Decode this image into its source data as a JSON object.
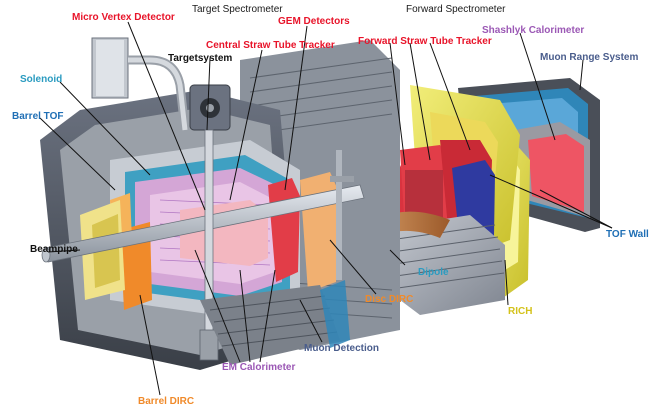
{
  "headers": {
    "target_spectrometer": "Target Spectrometer",
    "forward_spectrometer": "Forward Spectrometer"
  },
  "labels": {
    "micro_vertex_detector": "Micro Vertex Detector",
    "gem_detectors": "GEM Detectors",
    "central_straw_tube_tracker": "Central Straw Tube Tracker",
    "targetsystem": "Targetsystem",
    "solenoid": "Solenoid",
    "barrel_tof": "Barrel TOF",
    "beampipe": "Beampipe",
    "forward_straw_tube_tracker": "Forward Straw Tube Tracker",
    "shashlyk_calorimeter": "Shashlyk Calorimeter",
    "muon_range_system": "Muon Range System",
    "tof_wall": "TOF Wall",
    "dipole": "Dipole",
    "disc_dirc": "Disc DIRC",
    "rich": "RICH",
    "muon_detection": "Muon Detection",
    "em_calorimeter": "EM Calorimeter",
    "barrel_dirc": "Barrel DIRC"
  },
  "colors": {
    "red_label": "#e8142a",
    "blue_label": "#1f6fb5",
    "cyan_label": "#2a9bc0",
    "purple_label": "#9b58b5",
    "slate_label": "#4a5d8c",
    "orange_label": "#f08a2a",
    "yellow_label": "#d4c21a",
    "black_label": "#111111"
  }
}
